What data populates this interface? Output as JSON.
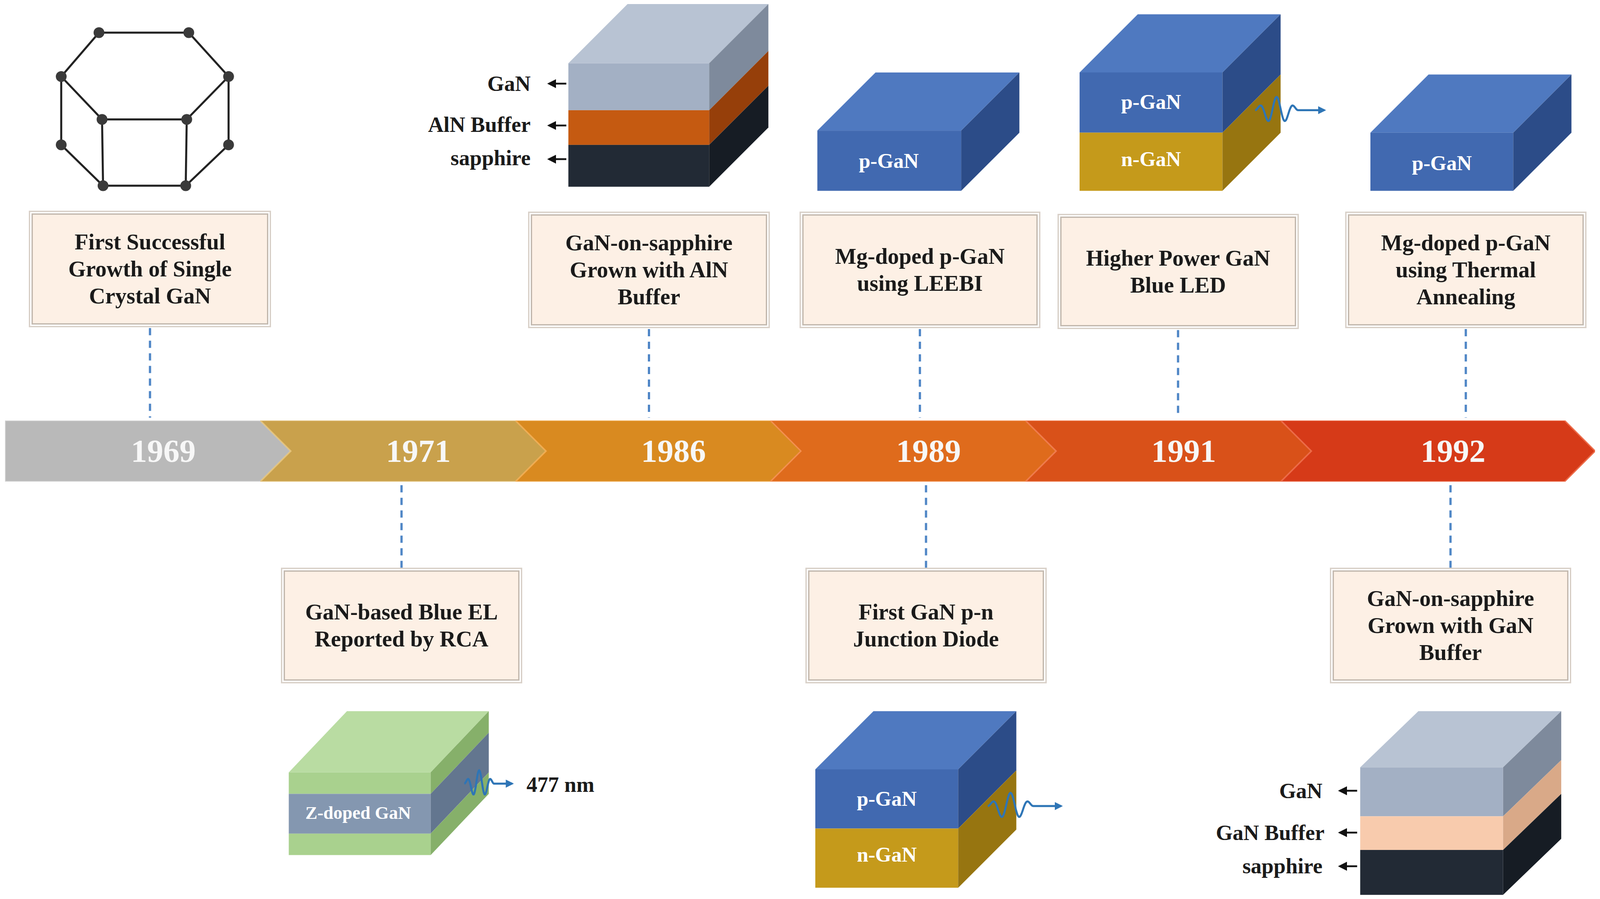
{
  "diagram": {
    "nodes": [
      {
        "text": [
          "First Successful Growth of Single Crystal GaN"
        ]
      },
      {
        "text": [
          "GaN-on-sapphire Grown with AlN Buffer"
        ]
      },
      {
        "text": [
          "Mg-doped p-GaN using LEEBI"
        ]
      },
      {
        "text": [
          "Higher Power GaN Blue LED"
        ]
      },
      {
        "text": [
          "Mg-doped p-GaN using Thermal Annealing"
        ]
      },
      {
        "text": [
          "1969"
        ]
      },
      {
        "text": [
          "1971"
        ]
      },
      {
        "text": [
          "1986"
        ]
      },
      {
        "text": [
          "1989"
        ]
      },
      {
        "text": [
          "1991"
        ]
      },
      {
        "text": [
          "1992"
        ]
      },
      {
        "text": [
          "GaN-based Blue EL Reported by RCA"
        ]
      },
      {
        "text": [
          "First GaN p-n Junction Diode"
        ]
      },
      {
        "text": [
          "GaN-on-sapphire Grown with GaN Buffer"
        ]
      }
    ],
    "edges": [
      {
        "from": 0,
        "to": 5,
        "arrow": "none"
      },
      {
        "from": 1,
        "to": 7,
        "arrow": "none"
      },
      {
        "from": 2,
        "to": 8,
        "arrow": "none"
      },
      {
        "from": 3,
        "to": 9,
        "arrow": "none"
      },
      {
        "from": 4,
        "to": 10,
        "arrow": "none"
      },
      {
        "from": 6,
        "to": 11,
        "arrow": "none"
      },
      {
        "from": 8,
        "to": 12,
        "arrow": "none"
      },
      {
        "from": 10,
        "to": 13,
        "arrow": "none"
      }
    ],
    "labels": [
      "GaN",
      "AlN Buffer",
      "sapphire",
      "p-GaN",
      "p-GaN",
      "n-GaN",
      "p-GaN",
      "Z-doped GaN",
      "477 nm",
      "p-GaN",
      "n-GaN",
      "GaN",
      "GaN Buffer",
      "sapphire"
    ]
  }
}
